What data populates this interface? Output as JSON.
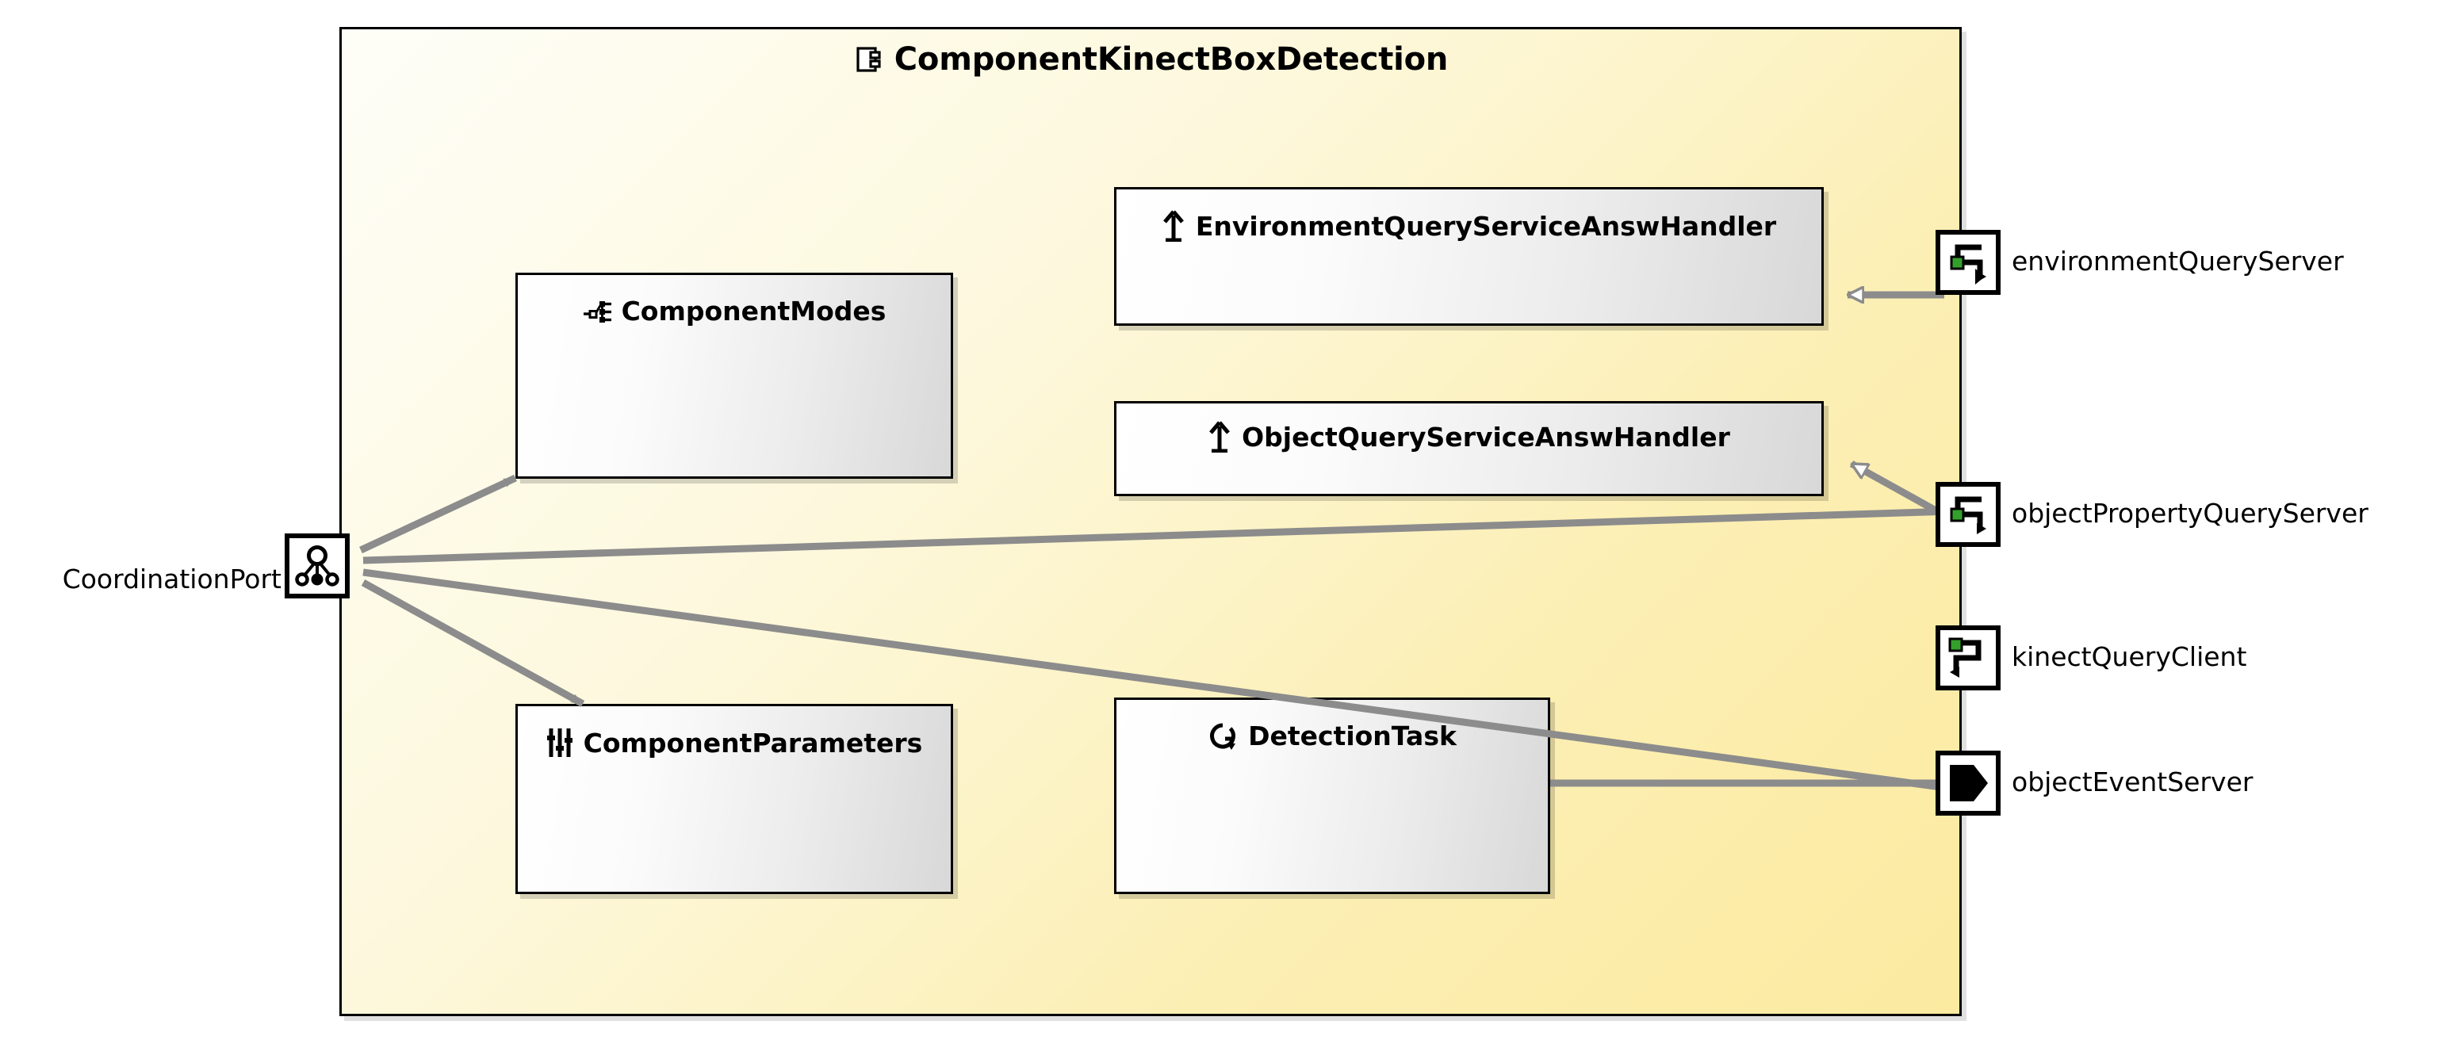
{
  "diagram": {
    "type": "uml-component-diagram",
    "title": "ComponentKinectBoxDetection",
    "title_icon": "component-icon",
    "background_color": "#ffffff",
    "frame_fill_start": "#fefef8",
    "frame_fill_end": "#fbeaa0",
    "frame_border_color": "#000000",
    "box_fill_start": "#ffffff",
    "box_fill_end": "#d8d8d8",
    "connector_color": "#8c8c8c",
    "port_accent_color": "#33a02c"
  },
  "coordination_port": {
    "label": "CoordinationPort",
    "icon": "coordination-port-icon"
  },
  "inner_boxes": [
    {
      "id": "component-modes",
      "label": "ComponentModes",
      "icon": "modes-icon"
    },
    {
      "id": "env-query-handler",
      "label": "EnvironmentQueryServiceAnswHandler",
      "icon": "up-arrow-icon"
    },
    {
      "id": "obj-query-handler",
      "label": "ObjectQueryServiceAnswHandler",
      "icon": "up-arrow-icon"
    },
    {
      "id": "component-params",
      "label": "ComponentParameters",
      "icon": "sliders-icon"
    },
    {
      "id": "detection-task",
      "label": "DetectionTask",
      "icon": "task-loop-icon"
    }
  ],
  "ports": [
    {
      "id": "environment-query-server",
      "label": "environmentQueryServer",
      "icon": "query-server-port-icon"
    },
    {
      "id": "object-property-query-server",
      "label": "objectPropertyQueryServer",
      "icon": "query-server-port-icon"
    },
    {
      "id": "kinect-query-client",
      "label": "kinectQueryClient",
      "icon": "query-client-port-icon"
    },
    {
      "id": "object-event-server",
      "label": "objectEventServer",
      "icon": "event-server-port-icon"
    }
  ],
  "connections": [
    {
      "from": "CoordinationPort",
      "to": "ComponentModes",
      "arrow": "solid"
    },
    {
      "from": "CoordinationPort",
      "to": "ComponentParameters",
      "arrow": "solid"
    },
    {
      "from": "CoordinationPort",
      "to": "objectPropertyQueryServer",
      "arrow": "solid"
    },
    {
      "from": "CoordinationPort",
      "to": "objectEventServer",
      "arrow": "solid"
    },
    {
      "from": "EnvironmentQueryServiceAnswHandler",
      "to": "environmentQueryServer",
      "arrow": "hollow-triangle"
    },
    {
      "from": "ObjectQueryServiceAnswHandler",
      "to": "objectPropertyQueryServer",
      "arrow": "hollow-triangle"
    },
    {
      "from": "DetectionTask",
      "to": "objectEventServer",
      "arrow": "solid"
    }
  ]
}
